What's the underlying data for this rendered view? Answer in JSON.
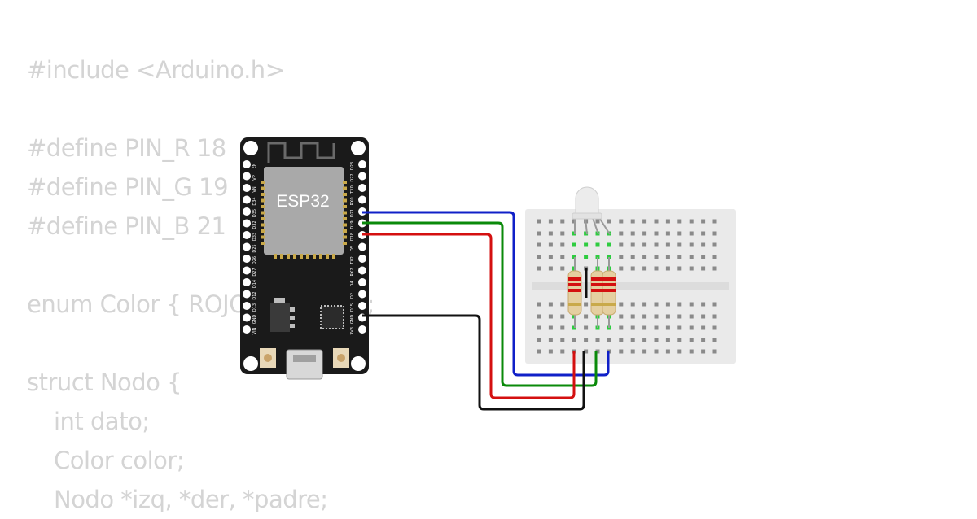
{
  "code": {
    "lines": [
      "#include <Arduino.h>",
      "",
      "#define PIN_R 18",
      "#define PIN_G 19",
      "#define PIN_B 21",
      "",
      "enum Color { ROJO, NEGRO };",
      "",
      "struct Nodo {",
      "int dato;",
      "Color color;",
      "Nodo *izq, *der, *padre;"
    ]
  },
  "board": {
    "label": "ESP32",
    "pins_left": [
      "EN",
      "VP",
      "VN",
      "D34",
      "D35",
      "D32",
      "D33",
      "D25",
      "D26",
      "D27",
      "D14",
      "D12",
      "D13",
      "GND",
      "VIN"
    ],
    "pins_right": [
      "D23",
      "D22",
      "TX0",
      "RX0",
      "D21",
      "D19",
      "D18",
      "D5",
      "TX2",
      "RX2",
      "D4",
      "D2",
      "D15",
      "GND",
      "3V3"
    ]
  },
  "colors": {
    "wire_blue": "#1020c8",
    "wire_green": "#0a8a0a",
    "wire_red": "#d41010",
    "wire_black": "#111111",
    "board": "#1a1a1a",
    "module": "#a9a9a9",
    "breadboard": "#eaeaea",
    "pin_active": "#2ecc40"
  }
}
